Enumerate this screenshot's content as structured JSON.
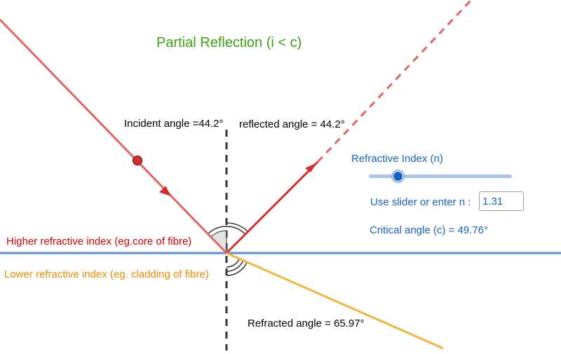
{
  "title": "Partial Reflection (i < c)",
  "labels": {
    "incident_angle": "Incident angle =44.2°",
    "reflected_angle": "reflected angle = 44.2°",
    "refracted_angle": "Refracted angle = 65.97°",
    "higher_medium": "Higher refractive index (eg.core of fibre)",
    "lower_medium": "Lower refractive index (eg. cladding of fibre)"
  },
  "controls": {
    "slider_label": "Refractive Index (n)",
    "slider_value_fraction": 0.2,
    "input_label": "Use slider or enter n :",
    "input_value": "1.31",
    "critical_angle": "Critical angle (c) = 49.76°"
  },
  "values": {
    "n": 1.31,
    "incident_angle_deg": 44.2,
    "reflected_angle_deg": 44.2,
    "refracted_angle_deg": 65.97,
    "critical_angle_deg": 49.76
  },
  "colors": {
    "incident_ray": "#e06666",
    "reflected_ray": "#e06666",
    "refracted_ray": "#f5b342",
    "boundary": "#5b8dd6",
    "normal": "#333333",
    "title": "#3aa314",
    "text_blue": "#1565c0",
    "higher_label": "#d50000",
    "lower_label": "#ef8c00"
  }
}
